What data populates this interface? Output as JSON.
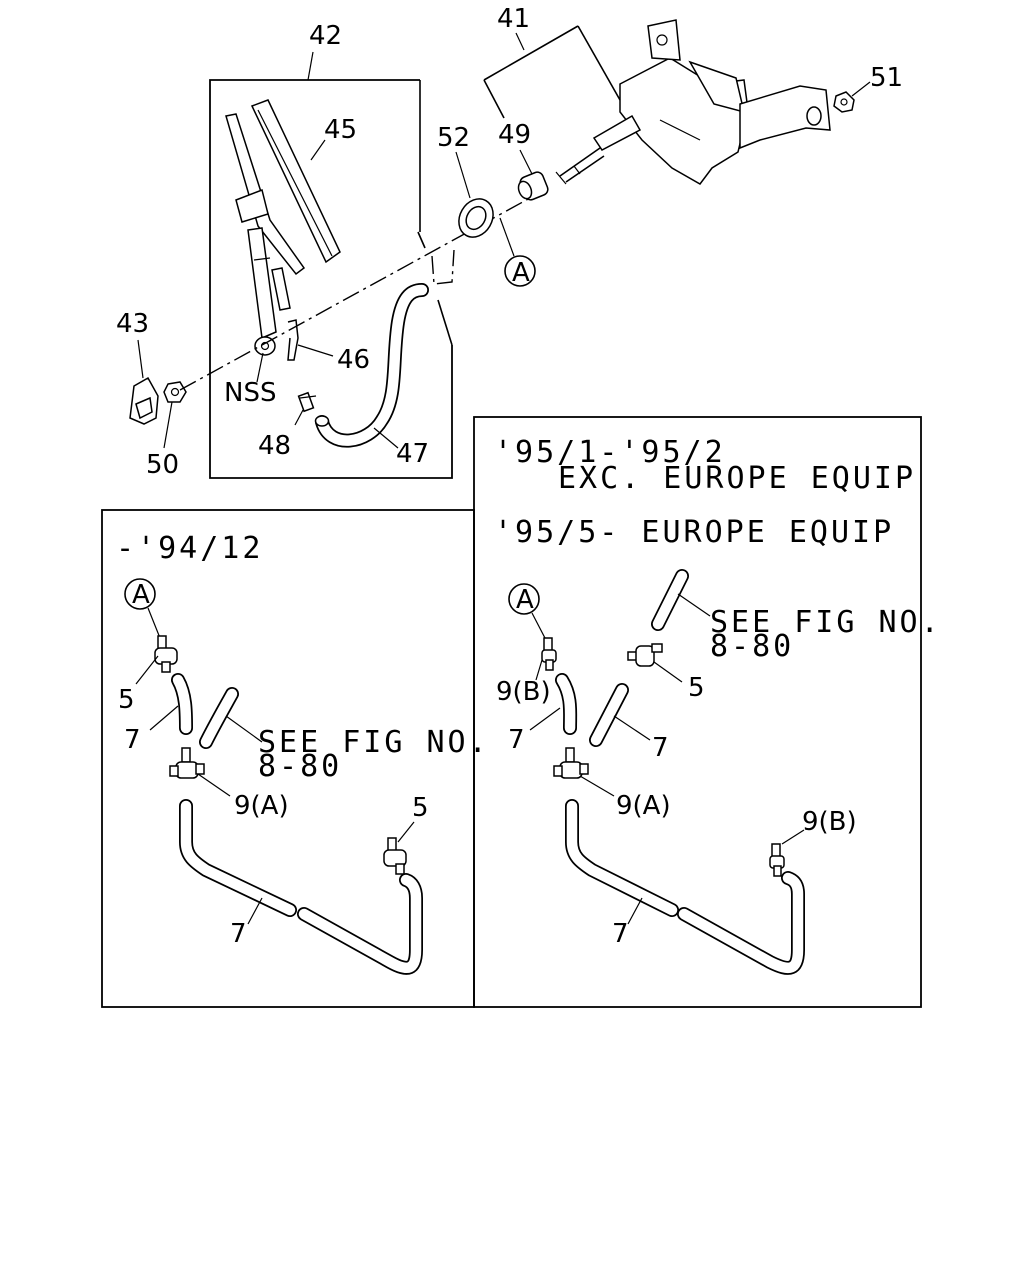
{
  "callouts": {
    "c41": "41",
    "c42": "42",
    "c43": "43",
    "c45": "45",
    "c46": "46",
    "c47": "47",
    "c48": "48",
    "c49": "49",
    "c50": "50",
    "c51": "51",
    "c52": "52",
    "nss": "NSS",
    "ref_a": "A"
  },
  "left_panel": {
    "date_note": "-'94/12",
    "ref_a": "A",
    "p5a": "5",
    "p7a": "7",
    "p9a": "9(A)",
    "p5b": "5",
    "p7b": "7",
    "see_fig_1": "SEE FIG NO.",
    "see_fig_2": "8-80"
  },
  "right_panel": {
    "note_line1": "'95/1-'95/2",
    "note_line2": "EXC. EUROPE EQUIP",
    "note_line3": "'95/5- EUROPE EQUIP",
    "ref_a": "A",
    "p9b_top": "9(B)",
    "p7a": "7",
    "p5": "5",
    "p7b": "7",
    "p9a": "9(A)",
    "p9b_bottom": "9(B)",
    "p7c": "7",
    "see_fig_1": "SEE FIG NO.",
    "see_fig_2": "8-80"
  }
}
